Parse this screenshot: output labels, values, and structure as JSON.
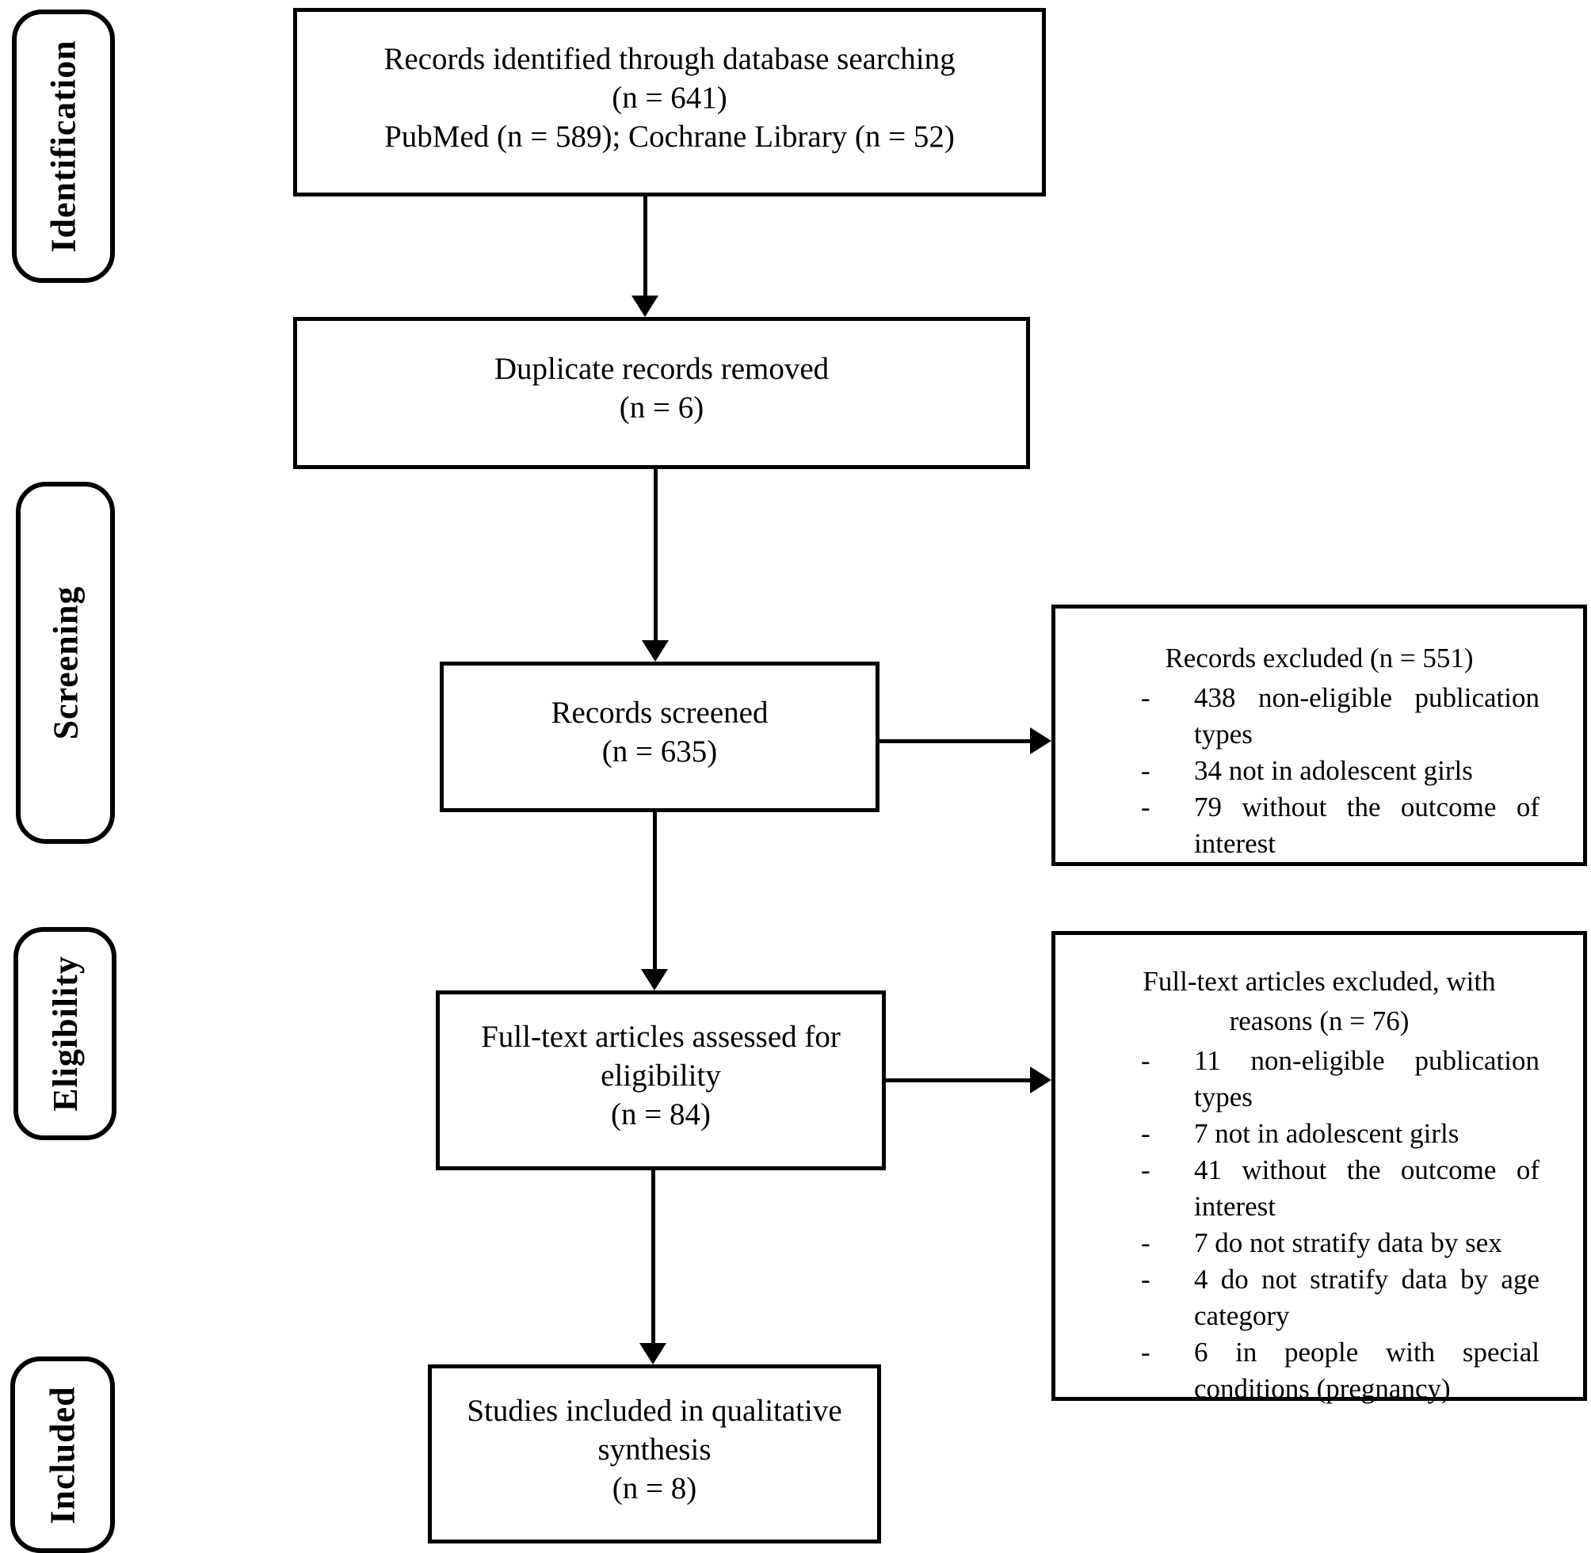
{
  "diagram": {
    "bullet": "-",
    "stage_labels": {
      "identification": "Identification",
      "screening": "Screening",
      "eligibility": "Eligibility",
      "included": "Included"
    },
    "boxes": {
      "identified": {
        "line1": "Records identified through database searching",
        "line2": "(n = 641)",
        "line3": "PubMed (n = 589); Cochrane Library (n = 52)"
      },
      "duplicates_removed": {
        "line1": "Duplicate records removed",
        "line2": "(n = 6)"
      },
      "screened": {
        "line1": "Records screened",
        "line2": "(n = 635)"
      },
      "fulltext_assessed": {
        "line1": "Full-text articles assessed for",
        "line2": "eligibility",
        "line3": "(n = 84)"
      },
      "included_studies": {
        "line1": "Studies included in qualitative",
        "line2": "synthesis",
        "line3": "(n = 8)"
      }
    },
    "exclusions": {
      "records_excluded": {
        "title": "Records excluded (n = 551)",
        "items": [
          "438 non-eligible publication types",
          "34 not in adolescent girls",
          "79 without the outcome of interest"
        ]
      },
      "fulltext_excluded": {
        "title_line1": "Full-text articles excluded, with",
        "title_line2": "reasons (n = 76)",
        "items": [
          "11 non-eligible publication types",
          "7 not in adolescent girls",
          "41 without the outcome of interest",
          "7 do not stratify data by sex",
          "4 do not stratify data by age category",
          "6 in people with special conditions (pregnancy)"
        ]
      }
    }
  }
}
